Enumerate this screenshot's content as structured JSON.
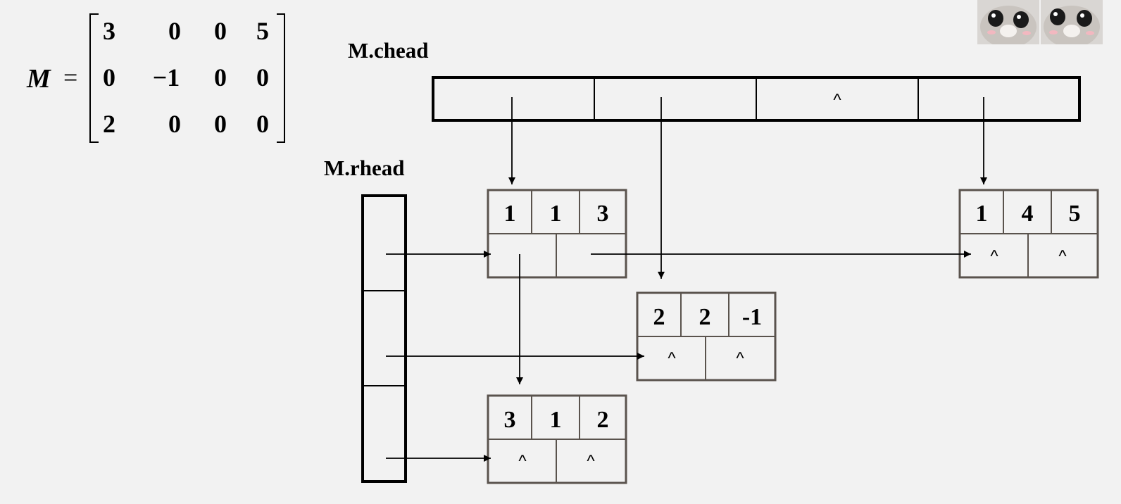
{
  "matrix": {
    "name": "M",
    "equals": "=",
    "rows": [
      [
        "3",
        "0",
        "0",
        "5"
      ],
      [
        "0",
        "−1",
        "0",
        "0"
      ],
      [
        "2",
        "0",
        "0",
        "0"
      ]
    ]
  },
  "labels": {
    "chead": "M.chead",
    "rhead": "M.rhead"
  },
  "null_symbol": "^",
  "chead_cells": [
    "",
    "",
    "^",
    ""
  ],
  "nodes": [
    {
      "id": "n113",
      "row": "1",
      "col": "1",
      "val": "3",
      "down": "",
      "right": ""
    },
    {
      "id": "n145",
      "row": "1",
      "col": "4",
      "val": "5",
      "down": "^",
      "right": "^"
    },
    {
      "id": "n22m1",
      "row": "2",
      "col": "2",
      "val": "-1",
      "down": "^",
      "right": "^"
    },
    {
      "id": "n312",
      "row": "3",
      "col": "1",
      "val": "2",
      "down": "^",
      "right": "^"
    }
  ],
  "colors": {
    "background": "#f2f2f2",
    "node_border": "#5a534d",
    "line": "#000000"
  },
  "icons": [
    "cat-avatar-icon",
    "cat-avatar-icon"
  ]
}
